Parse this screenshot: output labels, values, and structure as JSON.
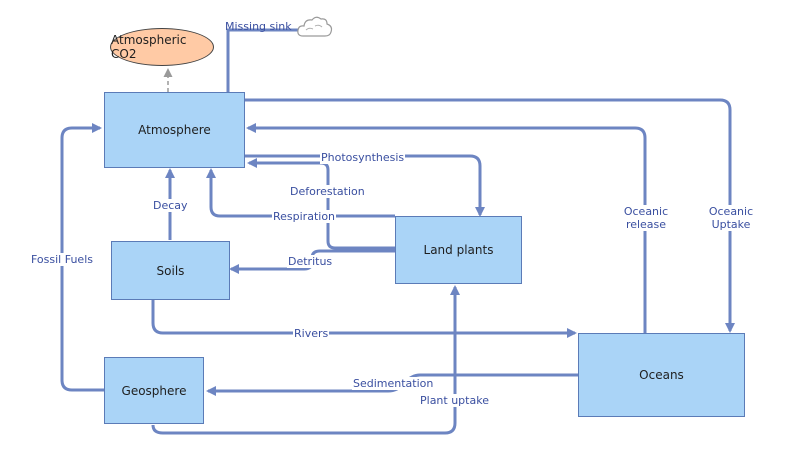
{
  "nodes": {
    "atmospheric_co2": "Atmospheric CO2",
    "atmosphere": "Atmosphere",
    "soils": "Soils",
    "land_plants": "Land plants",
    "geosphere": "Geosphere",
    "oceans": "Oceans"
  },
  "edges": {
    "missing_sink": "Missing sink",
    "photosynthesis": "Photosynthesis",
    "deforestation": "Deforestation",
    "respiration": "Respiration",
    "decay": "Decay",
    "detritus": "Detritus",
    "fossil_fuels": "Fossil Fuels",
    "rivers": "Rivers",
    "sedimentation": "Sedimentation",
    "plant_uptake": "Plant uptake",
    "oceanic_release_1": "Oceanic",
    "oceanic_release_2": "release",
    "oceanic_uptake_1": "Oceanic",
    "oceanic_uptake_2": "Uptake"
  },
  "icons": {
    "missing_sink": "cloud-icon"
  },
  "colors": {
    "box_fill": "#aad4f7",
    "box_border": "#5b7bb7",
    "arrow": "#6d85c2",
    "co2_fill": "#ffcaa5",
    "label": "#3a4fa0"
  }
}
